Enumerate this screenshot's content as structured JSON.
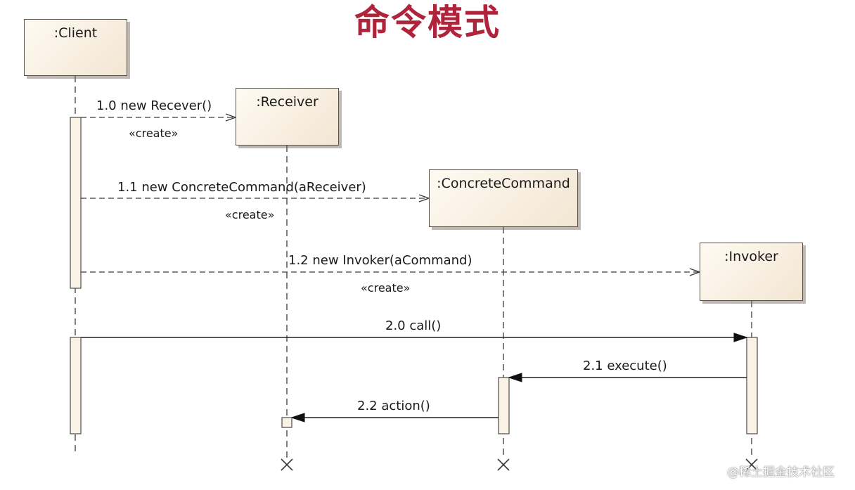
{
  "title": "命令模式",
  "colors": {
    "title": "#b0243b",
    "line": "#3a3a3a",
    "box_fill": "#f2e6d3",
    "box_border": "#5a5246"
  },
  "lifelines": [
    {
      "id": "client",
      "label": ":Client"
    },
    {
      "id": "receiver",
      "label": ":Receiver"
    },
    {
      "id": "concrete_command",
      "label": ":ConcreteCommand"
    },
    {
      "id": "invoker",
      "label": ":Invoker"
    }
  ],
  "messages": [
    {
      "id": "m10",
      "label": "1.0 new Recever()",
      "stereotype": "«create»",
      "from": "client",
      "to": "receiver",
      "kind": "create"
    },
    {
      "id": "m11",
      "label": "1.1 new ConcreteCommand(aReceiver)",
      "stereotype": "«create»",
      "from": "client",
      "to": "concrete_command",
      "kind": "create"
    },
    {
      "id": "m12",
      "label": "1.2 new Invoker(aCommand)",
      "stereotype": "«create»",
      "from": "client",
      "to": "invoker",
      "kind": "create"
    },
    {
      "id": "m20",
      "label": "2.0 call()",
      "from": "client",
      "to": "invoker",
      "kind": "sync"
    },
    {
      "id": "m21",
      "label": "2.1 execute()",
      "from": "invoker",
      "to": "concrete_command",
      "kind": "sync"
    },
    {
      "id": "m22",
      "label": "2.2 action()",
      "from": "concrete_command",
      "to": "receiver",
      "kind": "sync"
    }
  ],
  "watermark": "@稀土掘金技术社区"
}
